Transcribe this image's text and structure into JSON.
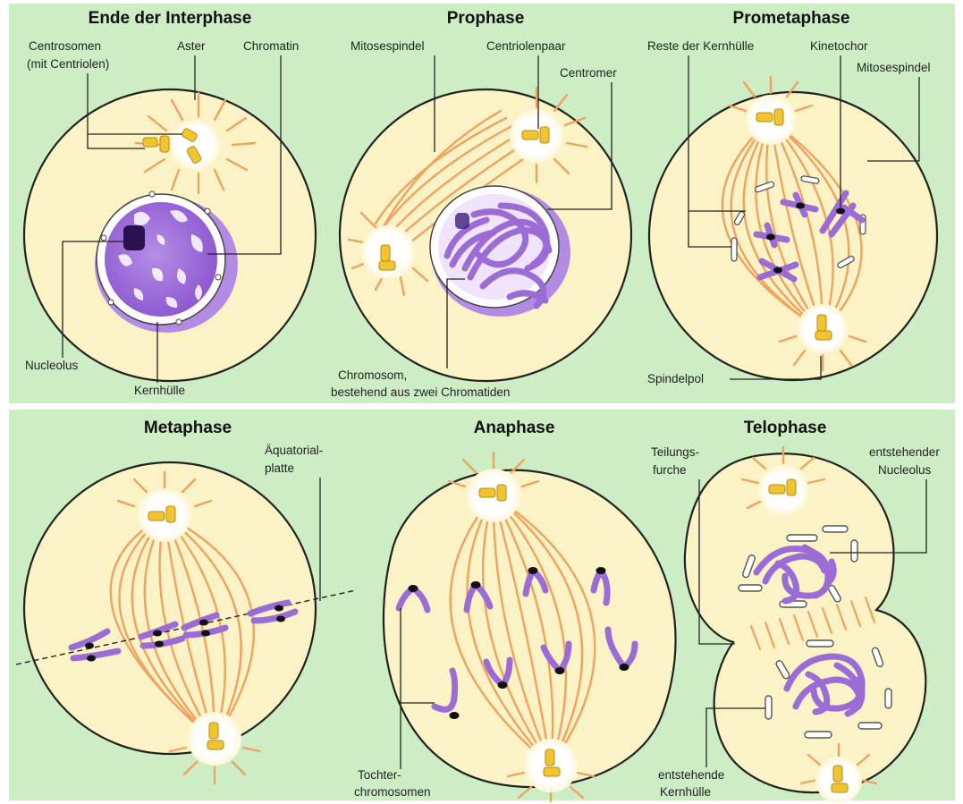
{
  "colors": {
    "panel_background": "#cdeec5",
    "cell_fill": "#fbf3c6",
    "spindle_fiber": "#f0a35e",
    "centriole": "#f2c530",
    "chromosome": "#9b6bd6",
    "nuclear_envelope": "#ffffff",
    "centromere": "#111111"
  },
  "panels": [
    {
      "title": "Ende der Interphase",
      "labels": {
        "centrosomes": [
          "Centrosomen",
          "(mit Centriolen)"
        ],
        "aster": "Aster",
        "chromatin": "Chromatin",
        "nucleolus": "Nucleolus",
        "nuclear_envelope": "Kernhülle"
      }
    },
    {
      "title": "Prophase",
      "labels": {
        "spindle": "Mitosespindel",
        "centriole_pair": "Centriolenpaar",
        "centromere": "Centromer",
        "chromosome": [
          "Chromosom,",
          "bestehend aus zwei Chromatiden"
        ]
      }
    },
    {
      "title": "Prometaphase",
      "labels": {
        "envelope_remnants": "Reste der Kernhülle",
        "kinetochore": "Kinetochor",
        "spindle": "Mitosespindel",
        "spindle_pole": "Spindelpol"
      }
    },
    {
      "title": "Metaphase",
      "labels": {
        "equatorial_plate": [
          "Äquatorial-",
          "platte"
        ]
      }
    },
    {
      "title": "Anaphase",
      "labels": {
        "daughter_chromosomes": [
          "Tochter-",
          "chromosomen"
        ]
      }
    },
    {
      "title": "Telophase",
      "labels": {
        "cleavage_furrow": [
          "Teilungs-",
          "furche"
        ],
        "forming_nucleolus": [
          "entstehender",
          "Nucleolus"
        ],
        "forming_envelope": [
          "entstehende",
          "Kernhülle"
        ]
      }
    }
  ]
}
